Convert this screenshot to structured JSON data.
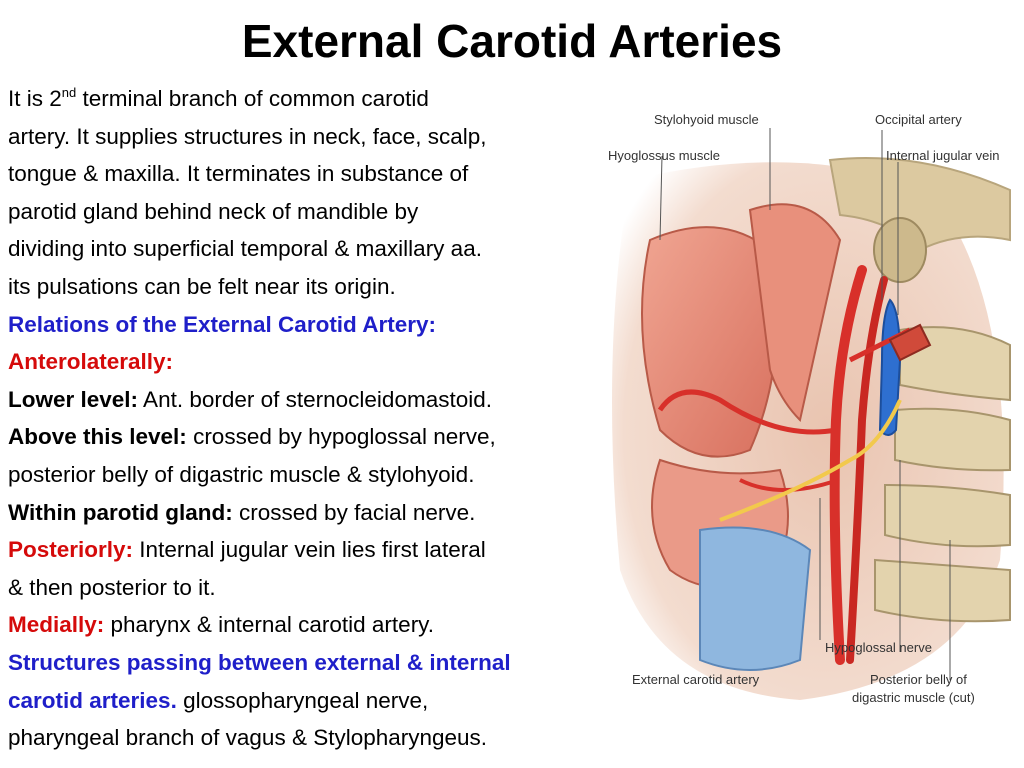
{
  "title": "External Carotid Arteries",
  "intro": {
    "l1a": "It is 2",
    "l1sup": "nd",
    "l1b": " terminal branch of common carotid",
    "l2": "artery. It supplies structures in neck, face, scalp,",
    "l3": "tongue & maxilla. It terminates in  substance of",
    "l4": "parotid gland behind neck of mandible by",
    "l5": "dividing into superficial temporal & maxillary aa.",
    "l6": "its pulsations can be felt near its origin."
  },
  "relations_heading": "Relations of the External Carotid Artery:",
  "anterolaterally": "Anterolaterally:",
  "lower_level": {
    "label": "Lower level:",
    "text": " Ant. border of sternocleidomastoid."
  },
  "above_level": {
    "label": "Above this level:",
    "text": " crossed by hypoglossal nerve,",
    "text2": "posterior belly of digastric muscle & stylohyoid."
  },
  "within_parotid": {
    "label": "Within parotid gland:",
    "text": " crossed by facial nerve."
  },
  "posteriorly": {
    "label": "Posteriorly:",
    "text": " Internal jugular vein lies first lateral",
    "text2": "& then posterior to it."
  },
  "medially": {
    "label": "Medially:",
    "text": " pharynx & internal carotid artery."
  },
  "structures": {
    "label1": "Structures passing between external & internal",
    "label2": "carotid arteries.",
    "text": " glossopharyngeal nerve,",
    "text2": "pharyngeal branch of vagus & Stylopharyngeus."
  },
  "figure_labels": {
    "stylohyoid": "Stylohyoid muscle",
    "occipital": "Occipital artery",
    "hyoglossus": "Hyoglossus muscle",
    "ijv": "Internal jugular vein",
    "hypoglossal": "Hypoglossal nerve",
    "eca": "External carotid artery",
    "digastric1": "Posterior belly of",
    "digastric2": "digastric muscle (cut)"
  },
  "colors": {
    "heading_blue": "#1f1fc9",
    "label_red": "#d50a0a",
    "artery": "#d8302a",
    "vein": "#2e6fd0",
    "nerve": "#f2c94c",
    "muscle": "#e48a78",
    "bone": "#d9c9a3"
  }
}
